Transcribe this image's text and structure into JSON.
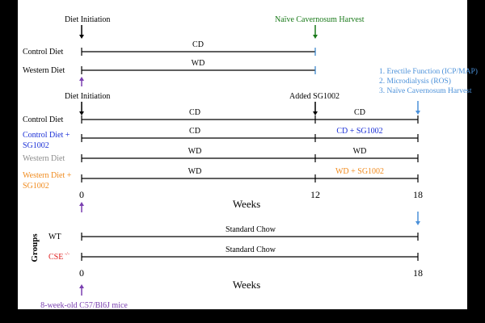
{
  "colors": {
    "black": "#000000",
    "green": "#1a7a1a",
    "purple": "#7a3fb0",
    "blue_light": "#4a90d9",
    "blue_dark": "#1a2fd6",
    "gray": "#8c8c8c",
    "orange": "#f08a1c",
    "red": "#e02020",
    "tick_blue": "#2f7fc8"
  },
  "panel_a": {
    "y_title": "Groups",
    "diet_initiation": "Diet Initiation",
    "harvest": "Naïve Cavernosum Harvest",
    "groups": [
      {
        "name": "Control Diet",
        "bar": "CD"
      },
      {
        "name": "Western Diet",
        "bar": "WD"
      }
    ]
  },
  "panel_b": {
    "y_title": "Groups",
    "diet_initiation": "Diet Initiation",
    "added": "Added SG1002",
    "outcomes": [
      "1. Erectile Function (ICP/MAP)",
      "2. Microdialysis (ROS)",
      "3. Naïve Cavernosum Harvest"
    ],
    "groups": [
      {
        "name": [
          "Control Diet"
        ],
        "color_key": "black",
        "bar1": "CD",
        "bar2": "CD",
        "bar2_color_key": "black"
      },
      {
        "name": [
          "Control Diet +",
          "SG1002"
        ],
        "color_key": "blue_dark",
        "bar1": "CD",
        "bar2": "CD + SG1002",
        "bar2_color_key": "blue_dark"
      },
      {
        "name": [
          "Western Diet"
        ],
        "color_key": "gray",
        "bar1": "WD",
        "bar2": "WD",
        "bar2_color_key": "black"
      },
      {
        "name": [
          "Western Diet +",
          "SG1002"
        ],
        "color_key": "orange",
        "bar1": "WD",
        "bar2": "WD + SG1002",
        "bar2_color_key": "orange"
      }
    ],
    "axis_ticks": [
      "0",
      "12",
      "18"
    ],
    "axis_title": "Weeks"
  },
  "panel_c": {
    "y_title": "Groups",
    "groups": [
      {
        "name": "WT",
        "name_sup": "",
        "color_key": "black",
        "bar": "Standard Chow"
      },
      {
        "name": "CSE",
        "name_sup": "-/-",
        "color_key": "red",
        "bar": "Standard Chow"
      }
    ],
    "axis_ticks": [
      "0",
      "18"
    ],
    "axis_title": "Weeks",
    "mice_label": "8-week-old C57/Bl6J mice"
  }
}
